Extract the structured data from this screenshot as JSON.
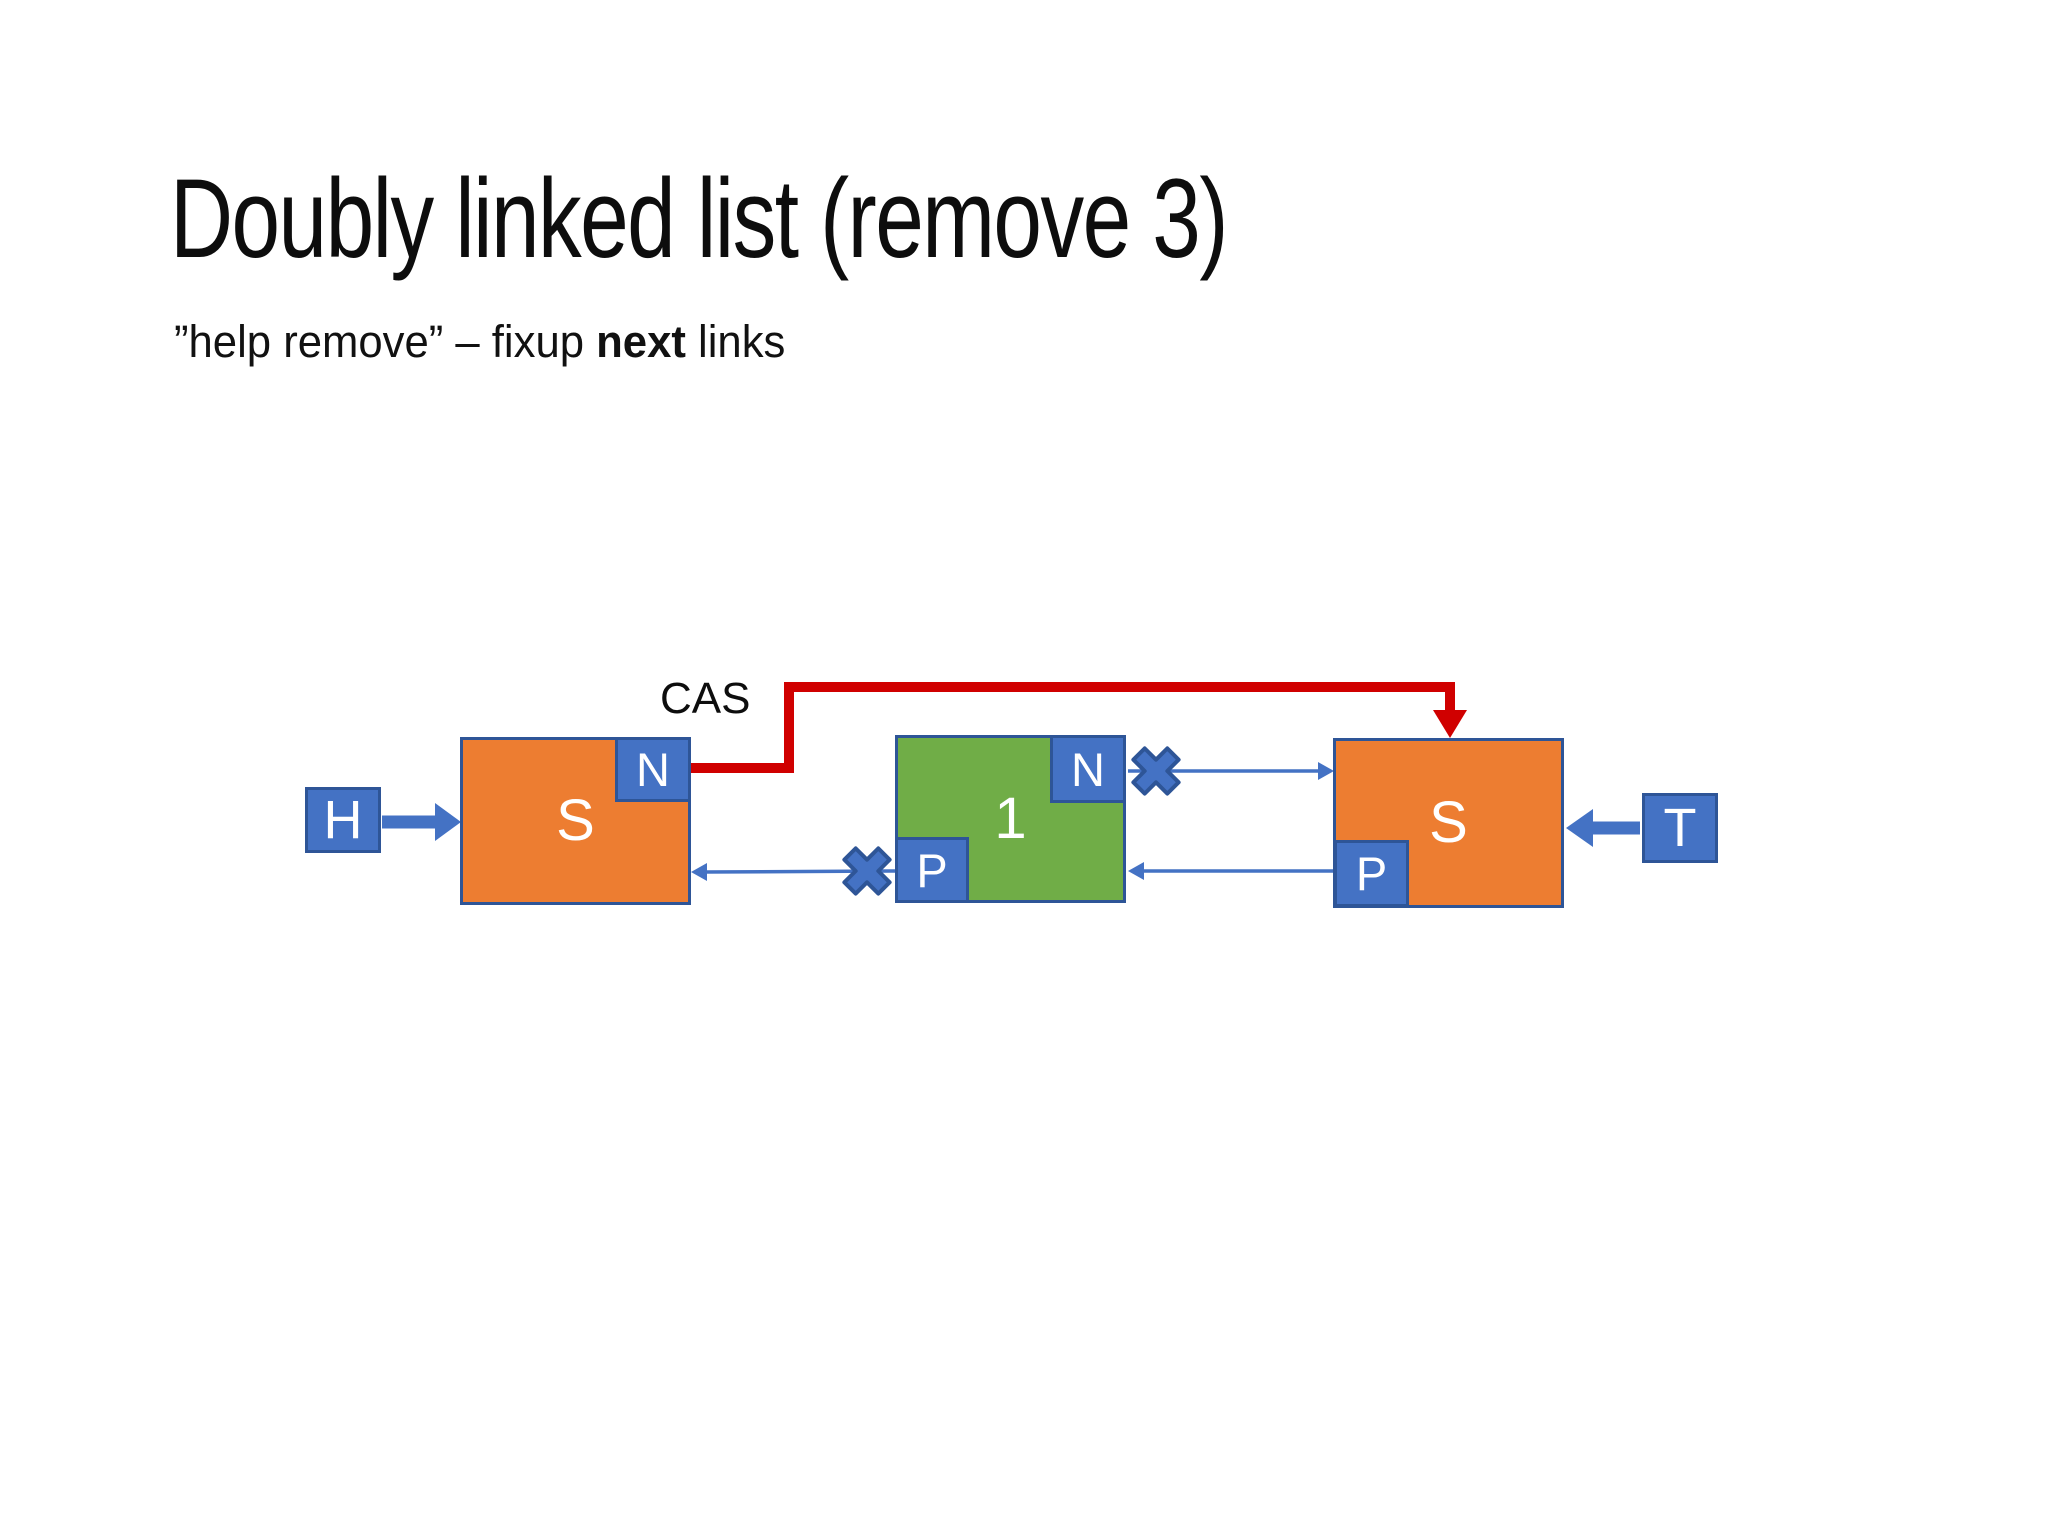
{
  "slide": {
    "title": "Doubly linked list (remove 3)",
    "subtitle": {
      "prefix": "”help remove” – fixup ",
      "bold": "next",
      "suffix": " links"
    }
  },
  "diagram": {
    "cas_label": "CAS",
    "head_pointer": "H",
    "tail_pointer": "T",
    "nodes": [
      {
        "value": "S",
        "next": "N"
      },
      {
        "value": "1",
        "next": "N",
        "prev": "P"
      },
      {
        "value": "S",
        "prev": "P"
      }
    ]
  },
  "colors": {
    "node_fill_orange": "#ED7D31",
    "node_fill_green": "#70AD47",
    "pointer_box_blue": "#4472C4",
    "outline_dark_blue": "#2E5597",
    "cas_arrow_red": "#D00000",
    "text_black": "#0d0d0d",
    "background": "#FFFFFF"
  }
}
